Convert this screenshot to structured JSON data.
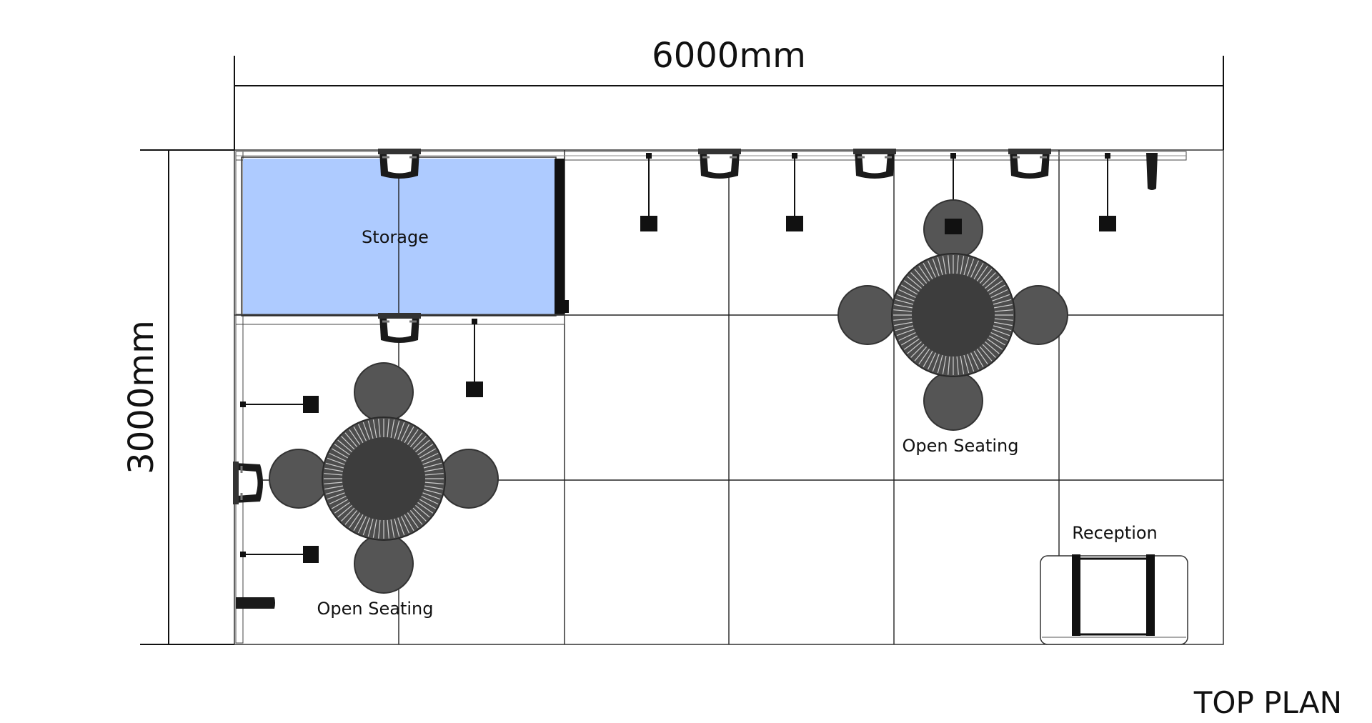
{
  "dimensions": {
    "width_label": "6000mm",
    "height_label": "3000mm"
  },
  "zones": {
    "storage": "Storage",
    "seating_left": "Open Seating",
    "seating_right": "Open Seating",
    "reception": "Reception"
  },
  "plan_title": "TOP PLAN",
  "colors": {
    "storage_fill": "#aecbff",
    "furniture": "#555555",
    "line": "#111111"
  }
}
